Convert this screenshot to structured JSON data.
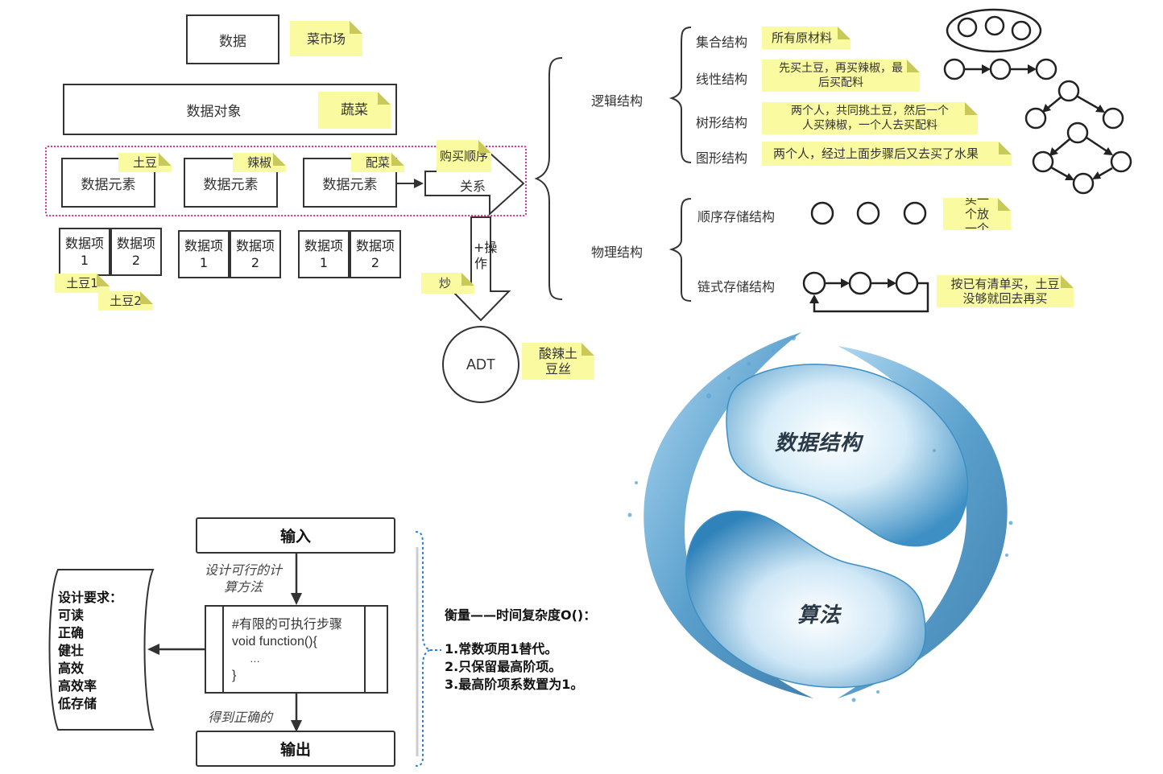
{
  "top": {
    "data_label": "数据",
    "market_note": "菜市场",
    "data_object_label": "数据对象",
    "veg_note": "蔬菜",
    "elements": [
      {
        "label": "数据元素",
        "note": "土豆"
      },
      {
        "label": "数据元素",
        "note": "辣椒"
      },
      {
        "label": "数据元素",
        "note": "配菜"
      }
    ],
    "buy_order_note": "购买顺序",
    "relation_label": "关系",
    "items": [
      {
        "a": "数据项1",
        "b": "数据项2"
      },
      {
        "a": "数据项1",
        "b": "数据项2"
      },
      {
        "a": "数据项1",
        "b": "数据项2"
      }
    ],
    "potato1_note": "土豆1",
    "potato2_note": "土豆2",
    "operation_label": "+操作",
    "fry_note": "炒",
    "adt_label": "ADT",
    "dish_note": "酸辣土豆丝"
  },
  "structures": {
    "logical_label": "逻辑结构",
    "physical_label": "物理结构",
    "logical": [
      {
        "name": "集合结构",
        "note": "所有原材料"
      },
      {
        "name": "线性结构",
        "note": "先买土豆，再买辣椒，最后买配料"
      },
      {
        "name": "树形结构",
        "note": "两个人，共同挑土豆，然后一个人买辣椒，一个人去买配料"
      },
      {
        "name": "图形结构",
        "note": "两个人，经过上面步骤后又去买了水果"
      }
    ],
    "physical": [
      {
        "name": "顺序存储结构",
        "note": "买一个放一个"
      },
      {
        "name": "链式存储结构",
        "note": "按已有清单买，土豆没够就回去再买"
      }
    ]
  },
  "emblem": {
    "top_text": "数据结构",
    "bottom_text": "算法"
  },
  "flow": {
    "input_label": "输入",
    "design_text": "设计可行的计算方法",
    "code_lines": [
      "#有限的可执行步骤",
      "void function(){",
      "…",
      "}"
    ],
    "get_text": "得到正确的",
    "output_label": "输出",
    "requirements_title": "设计要求：",
    "requirements": [
      "可读",
      "正确",
      "健壮",
      "高效",
      "高效率",
      "低存储"
    ],
    "measure_title": "衡量——时间复杂度O()：",
    "measure_rules": [
      "1.常数项用1替代。",
      "2.只保留最高阶项。",
      "3.最高阶项系数置为1。"
    ]
  },
  "colors": {
    "note_bg": "#fafaa0",
    "dashed_border": "#e0338f",
    "water_blue": "#3d8fc4",
    "bracket_blue": "#2b7fd1"
  }
}
